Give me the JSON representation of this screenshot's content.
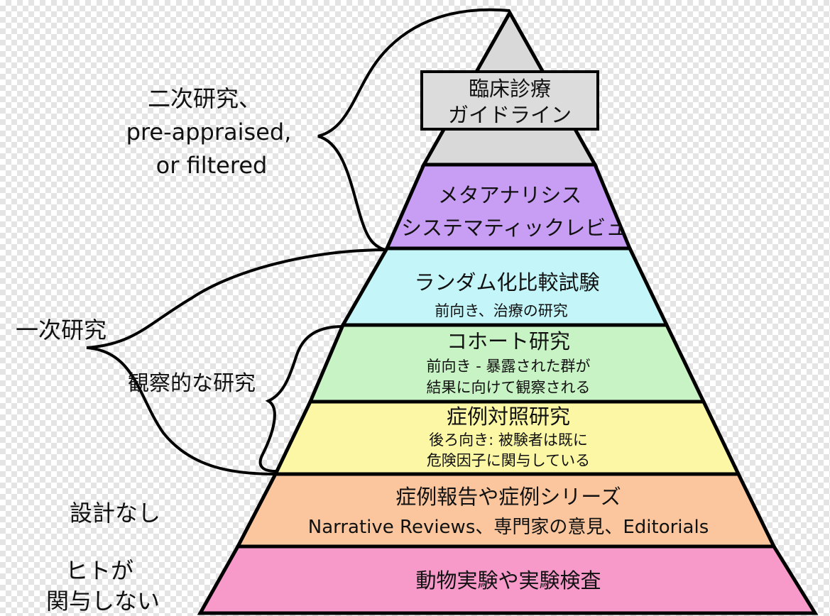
{
  "colors": {
    "apex": "#d9d9d9",
    "guidelines_box": "#dcdcdc",
    "meta_analysis": "#c89ef5",
    "rct": "#c4f6f9",
    "cohort": "#c8f3c4",
    "case_control": "#fbf7a4",
    "case_reports": "#fbc69d",
    "animal": "#f79ac9",
    "outline": "#000000"
  },
  "pyramid": {
    "guidelines": {
      "line1": "臨床診療",
      "line2": "ガイドライン"
    },
    "meta_analysis": {
      "line1": "メタアナリシス",
      "line2": "システマティックレビュー"
    },
    "rct": {
      "title": "ランダム化比較試験",
      "sub": "前向き、治療の研究"
    },
    "cohort": {
      "title": "コホート研究",
      "sub1": "前向き - 暴露された群が",
      "sub2": "結果に向けて観察される"
    },
    "case_control": {
      "title": "症例対照研究",
      "sub1": "後ろ向き: 被験者は既に",
      "sub2": "危険因子に関与している"
    },
    "case_reports": {
      "line1": "症例報告や症例シリーズ",
      "line2": "Narrative Reviews、専門家の意見、Editorials"
    },
    "animal": {
      "line1": "動物実験や実験検査"
    }
  },
  "side_labels": {
    "secondary": {
      "line1": "二次研究、",
      "line2": "pre-appraised,",
      "line3": "or filtered"
    },
    "primary": "一次研究",
    "observational": "観察的な研究",
    "no_design": "設計なし",
    "non_human": {
      "line1": "ヒトが",
      "line2": "関与しない"
    }
  }
}
